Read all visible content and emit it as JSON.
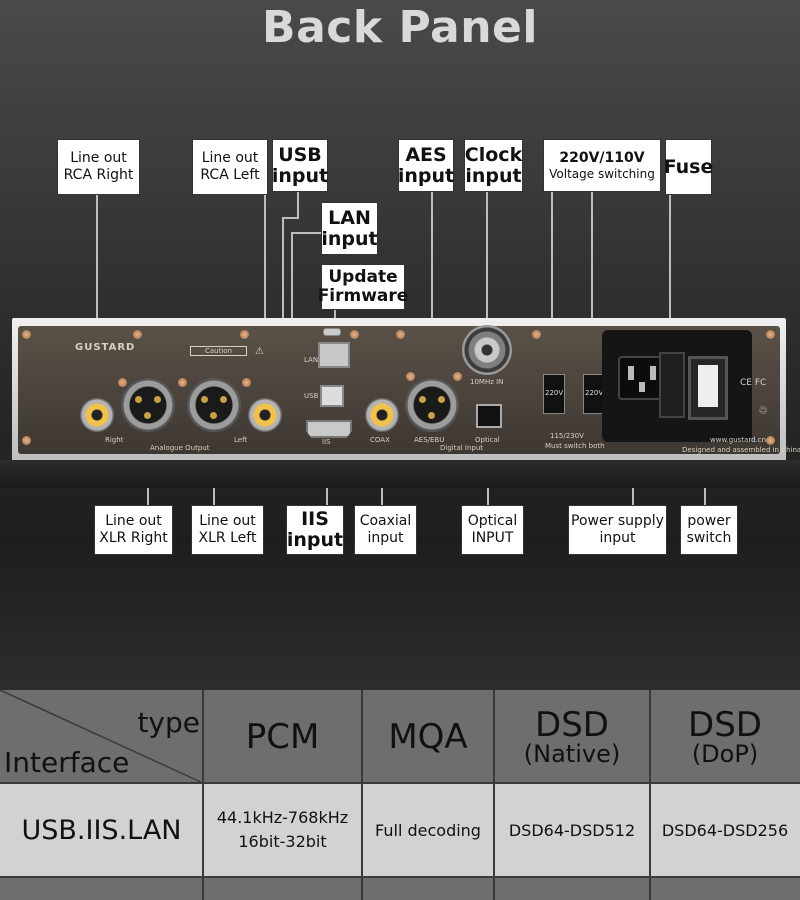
{
  "title": "Back Panel",
  "callouts": {
    "rca_right": [
      "Line out",
      "RCA Right"
    ],
    "rca_left": [
      "Line out",
      "RCA Left"
    ],
    "usb": [
      "USB",
      "input"
    ],
    "lan": [
      "LAN",
      "input"
    ],
    "firmware": [
      "Update",
      "Firmware"
    ],
    "aes": [
      "AES",
      "input"
    ],
    "clock": [
      "Clock",
      "input"
    ],
    "voltage": [
      "220V/110V",
      "Voltage switching"
    ],
    "fuse": [
      "Fuse"
    ],
    "xlr_right": [
      "Line out",
      "XLR Right"
    ],
    "xlr_left": [
      "Line out",
      "XLR Left"
    ],
    "iis": [
      "IIS",
      "input"
    ],
    "coaxial": [
      "Coaxial",
      "input"
    ],
    "optical": [
      "Optical",
      "INPUT"
    ],
    "power_supply": [
      "Power supply",
      "input"
    ],
    "power_switch": [
      "power",
      "switch"
    ]
  },
  "panel_labels": {
    "brand": "GUSTARD",
    "caution": "Caution",
    "right": "Right",
    "analogue_output": "Analogue Output",
    "left": "Left",
    "lan": "LAN",
    "usb": "USB",
    "iis": "IIS",
    "coax": "COAX",
    "aes": "AES/EBU",
    "optical": "Optical",
    "digital_input": "Digital Input",
    "clock": "10MHz IN",
    "v220a": "220V",
    "v220b": "220V",
    "voltage_range": "115/230V",
    "must_switch": "Must switch both",
    "website": "www.gustard.cn",
    "made_in": "Designed and assembled in China",
    "cert": "CE FC"
  },
  "table": {
    "corner_type": "type",
    "corner_interface": "Interface",
    "headers": [
      {
        "main": "PCM",
        "sub": ""
      },
      {
        "main": "MQA",
        "sub": ""
      },
      {
        "main": "DSD",
        "sub": "(Native)"
      },
      {
        "main": "DSD",
        "sub": "(DoP)"
      }
    ],
    "rows": [
      {
        "interface": "USB.IIS.LAN",
        "cells": [
          [
            "44.1kHz-768kHz",
            "16bit-32bit"
          ],
          [
            "Full decoding"
          ],
          [
            "DSD64-DSD512"
          ],
          [
            "DSD64-DSD256"
          ]
        ]
      }
    ]
  }
}
